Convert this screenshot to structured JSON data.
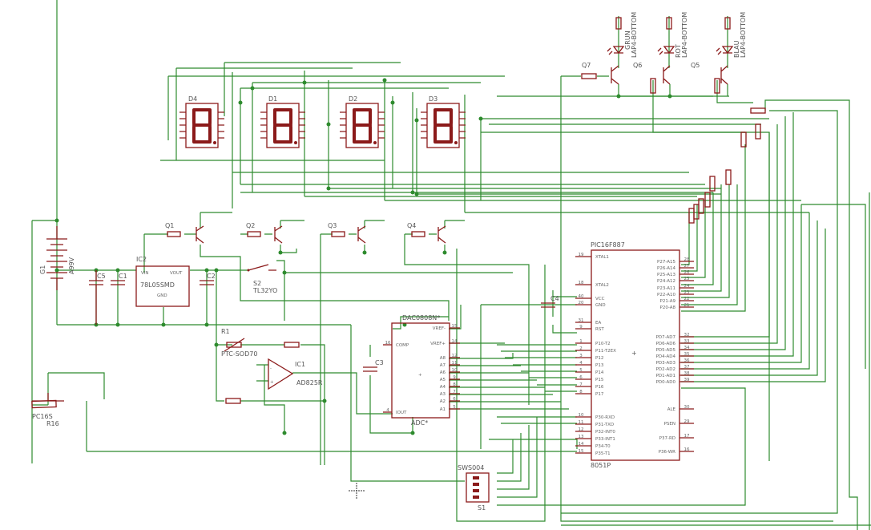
{
  "parts": {
    "d4": "D4",
    "d1": "D1",
    "d2": "D2",
    "d3": "D3",
    "q1": "Q1",
    "q2": "Q2",
    "q3": "Q3",
    "q4": "Q4",
    "q5": "Q5",
    "q6": "Q6",
    "q7": "Q7",
    "ic2": "IC2",
    "ic2_value": "78L05SMD",
    "ic2_vin": "VIN",
    "ic2_vout": "VOUT",
    "ic2_gnd": "GND",
    "c1": "C1",
    "c2": "C2",
    "c3": "C3",
    "c4": "C4",
    "c5": "C5",
    "g1": "G1",
    "g1_value": "A99V",
    "s2": "S2",
    "s2_value": "TL32YO",
    "r1": "R1",
    "r1_value": "PTC-SOD70",
    "ic1": "IC1",
    "ic1_value": "AD825R",
    "r16": "R16",
    "r16_value": "PC16S",
    "dac": "DAC0808N*",
    "dac_sub": "ADC*",
    "mcu": "PIC16F887",
    "mcu_sub": "8051P",
    "sw": "SWS004",
    "sw_ref": "S1",
    "led_green": "GRUN",
    "led_red": "ROT",
    "led_blue": "BLAU",
    "led_pkg": "LAP4-BOTTOM"
  },
  "mcu_pins_left": [
    {
      "num": "19",
      "name": "XTAL1"
    },
    {
      "num": "18",
      "name": "XTAL2"
    },
    {
      "num": "40",
      "name": "VCC"
    },
    {
      "num": "20",
      "name": "GND"
    },
    {
      "num": "31",
      "name": "EA"
    },
    {
      "num": "9",
      "name": "RST"
    },
    {
      "num": "1",
      "name": "P10-T2"
    },
    {
      "num": "2",
      "name": "P11-T2EX"
    },
    {
      "num": "3",
      "name": "P12"
    },
    {
      "num": "4",
      "name": "P13"
    },
    {
      "num": "5",
      "name": "P14"
    },
    {
      "num": "6",
      "name": "P15"
    },
    {
      "num": "7",
      "name": "P16"
    },
    {
      "num": "8",
      "name": "P17"
    },
    {
      "num": "10",
      "name": "P30-RXD"
    },
    {
      "num": "11",
      "name": "P31-TXD"
    },
    {
      "num": "12",
      "name": "P32-INT0"
    },
    {
      "num": "13",
      "name": "P33-INT1"
    },
    {
      "num": "14",
      "name": "P34-T0"
    },
    {
      "num": "15",
      "name": "P35-T1"
    }
  ],
  "mcu_pins_right": [
    {
      "num": "28",
      "name": "P27-A15"
    },
    {
      "num": "27",
      "name": "P26-A14"
    },
    {
      "num": "26",
      "name": "P25-A13"
    },
    {
      "num": "25",
      "name": "P24-A12"
    },
    {
      "num": "24",
      "name": "P23-A11"
    },
    {
      "num": "23",
      "name": "P22-A10"
    },
    {
      "num": "22",
      "name": "P21-A9"
    },
    {
      "num": "21",
      "name": "P20-A8"
    },
    {
      "num": "32",
      "name": "PD7-AD7"
    },
    {
      "num": "33",
      "name": "PD6-AD6"
    },
    {
      "num": "34",
      "name": "PD5-AD5"
    },
    {
      "num": "35",
      "name": "PD4-AD4"
    },
    {
      "num": "36",
      "name": "PD3-AD3"
    },
    {
      "num": "37",
      "name": "PD2-AD2"
    },
    {
      "num": "38",
      "name": "PD1-AD1"
    },
    {
      "num": "39",
      "name": "PD0-AD0"
    },
    {
      "num": "30",
      "name": "ALE"
    },
    {
      "num": "29",
      "name": "PSEN"
    },
    {
      "num": "17",
      "name": "P37-RD"
    },
    {
      "num": "16",
      "name": "P36-WR"
    }
  ],
  "dac_pins_left": [
    {
      "num": "16",
      "name": "COMP"
    },
    {
      "num": "4",
      "name": "IOUT"
    }
  ],
  "dac_pins_right": [
    {
      "num": "15",
      "name": "VREF-"
    },
    {
      "num": "14",
      "name": "VREF+"
    },
    {
      "num": "12",
      "name": "A8"
    },
    {
      "num": "11",
      "name": "A7"
    },
    {
      "num": "10",
      "name": "A6"
    },
    {
      "num": "9",
      "name": "A5"
    },
    {
      "num": "8",
      "name": "A4"
    },
    {
      "num": "7",
      "name": "A3"
    },
    {
      "num": "6",
      "name": "A2"
    },
    {
      "num": "5",
      "name": "A1"
    }
  ],
  "colors": {
    "wire": "#2e8b2e",
    "part": "#8b1a1a",
    "text": "#555555"
  }
}
